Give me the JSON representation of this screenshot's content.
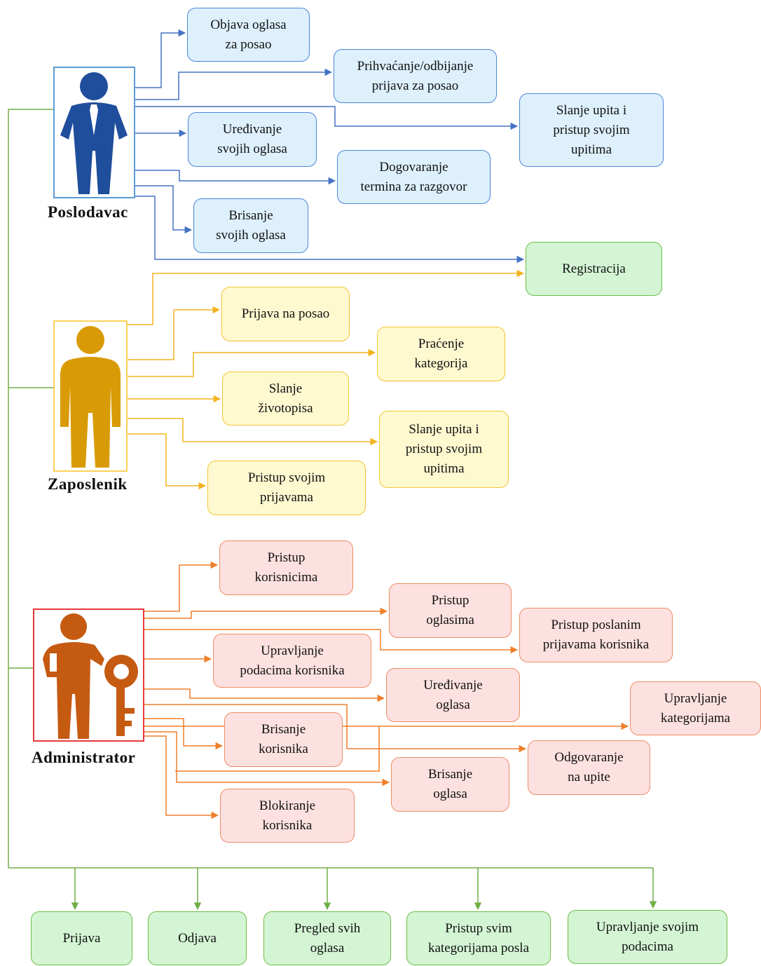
{
  "colors": {
    "employer": "#4472c4",
    "employee": "#f3b31f",
    "admin": "#ef7f2a",
    "common": "#70ad47"
  },
  "actors": {
    "employer": {
      "label": "Poslodavac",
      "icon": "businessman-icon"
    },
    "employee": {
      "label": "Zaposlenik",
      "icon": "worker-icon"
    },
    "admin": {
      "label": "Administrator",
      "icon": "admin-with-key-icon"
    }
  },
  "employer_actions": [
    "Objava oglasa\nza posao",
    "Prihvaćanje/odbijanje\nprijava za posao",
    "Slanje upita i\npristup svojim\nupitima",
    "Uređivanje\nsvojih oglasa",
    "Dogovaranje\ntermina za razgovor",
    "Brisanje\nsvojih oglasa"
  ],
  "shared_registration": "Registracija",
  "employee_actions": [
    "Prijava na posao",
    "Praćenje\nkategorija",
    "Slanje\nživotopisa",
    "Slanje upita i\npristup svojim\nupitima",
    "Pristup svojim\nprijavama"
  ],
  "admin_actions": [
    "Pristup\nkorisnicima",
    "Pristup\noglasima",
    "Pristup poslanim\nprijavama korisnika",
    "Upravljanje\npodacima korisnika",
    "Uređivanje\noglasa",
    "Upravljanje\nkategorijama",
    "Brisanje\nkorisnika",
    "Odgovaranje\nna upite",
    "Brisanje\noglasa",
    "Blokiranje\nkorisnika"
  ],
  "common_actions": [
    "Prijava",
    "Odjava",
    "Pregled svih\noglasa",
    "Pristup svim\nkategorijama posla",
    "Upravljanje svojim\npodacima"
  ]
}
